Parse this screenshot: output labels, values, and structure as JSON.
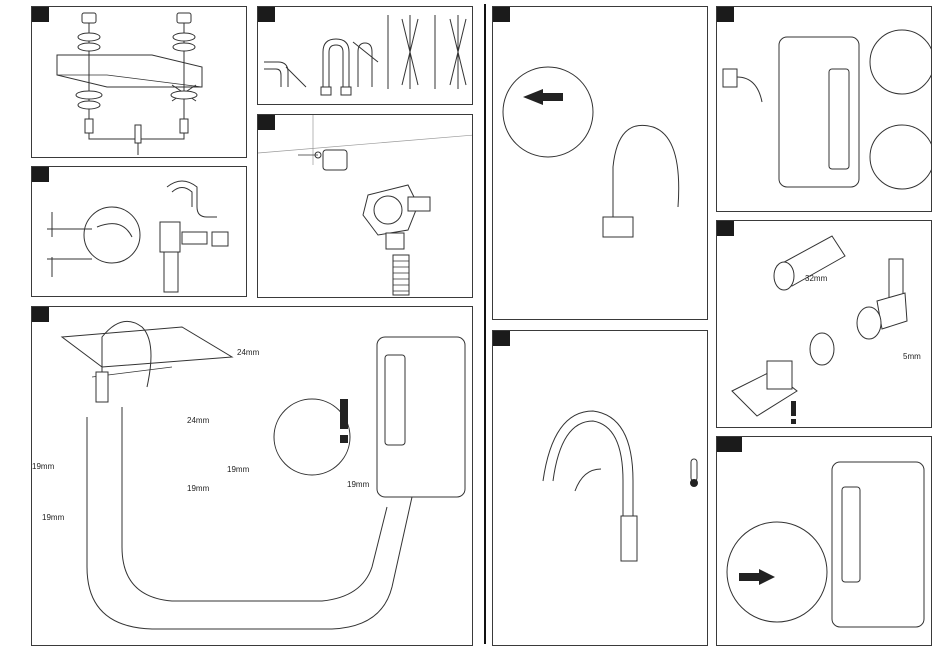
{
  "figure": {
    "layout": "multi-panel installation steps",
    "panels": [
      {
        "id": "p1",
        "labels": []
      },
      {
        "id": "p2",
        "labels": []
      },
      {
        "id": "p3",
        "labels": []
      },
      {
        "id": "p4",
        "labels": []
      },
      {
        "id": "p5",
        "labels": []
      },
      {
        "id": "p6",
        "labels": [
          "24mm",
          "24mm",
          "19mm",
          "19mm",
          "19mm",
          "19mm",
          "19mm"
        ]
      },
      {
        "id": "p7",
        "labels": []
      },
      {
        "id": "p8",
        "labels": []
      },
      {
        "id": "p9",
        "labels": []
      },
      {
        "id": "p10",
        "labels": [
          "32mm",
          "5mm"
        ]
      },
      {
        "id": "p11",
        "labels": []
      }
    ]
  }
}
